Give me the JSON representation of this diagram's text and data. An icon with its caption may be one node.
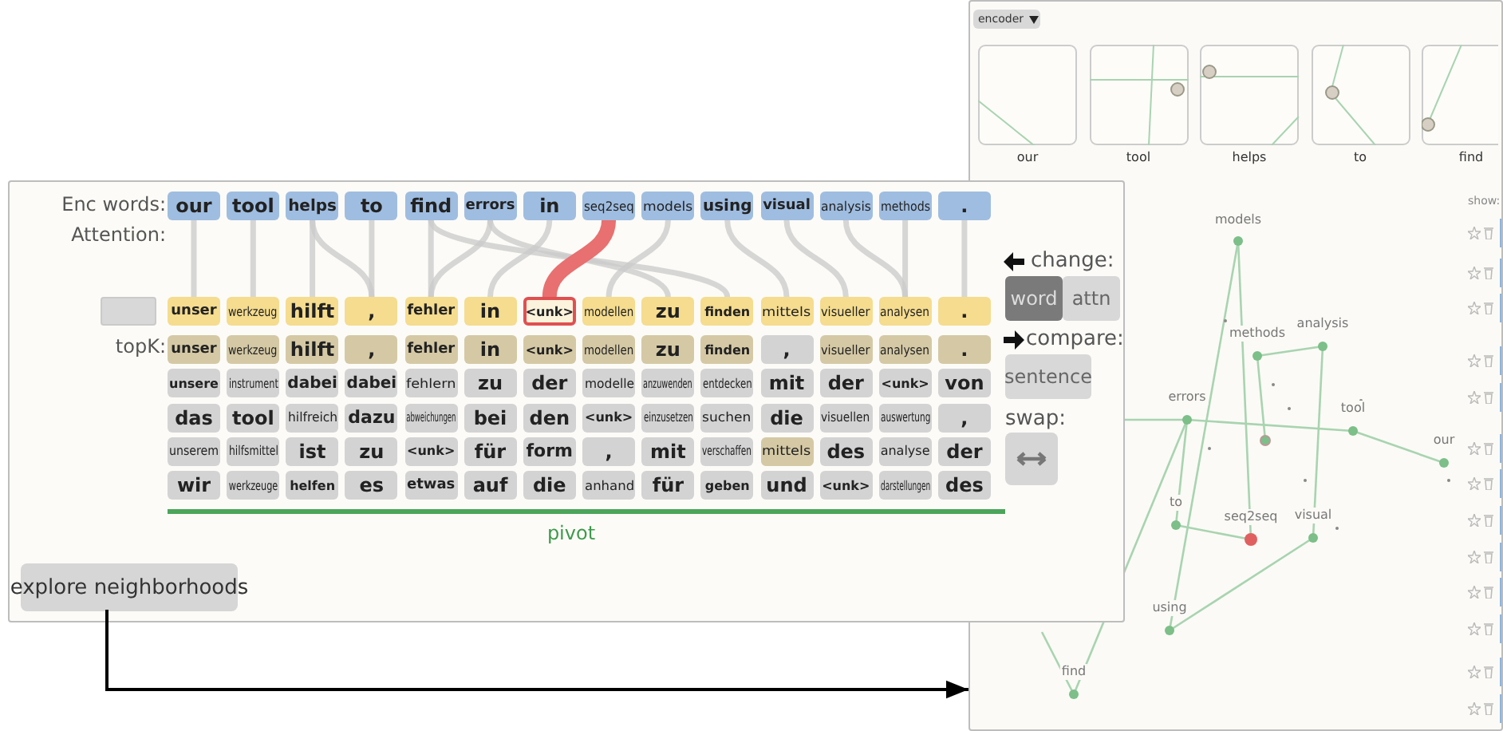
{
  "diagram": {
    "nodes": [
      {
        "text": [],
        "shape": "box"
      },
      {
        "text": [
          "our"
        ],
        "in": 0
      },
      {
        "text": [
          "tool"
        ],
        "in": 0
      },
      {
        "text": [
          "helps"
        ],
        "in": 0
      },
      {
        "text": [
          "to"
        ],
        "in": 0
      },
      {
        "text": [
          "find"
        ],
        "in": 0
      },
      {
        "text": [
          "errors"
        ],
        "in": 0
      },
      {
        "text": [
          "in"
        ],
        "in": 0
      },
      {
        "text": [
          "seq2seq"
        ],
        "in": 0
      },
      {
        "text": [
          "models"
        ],
        "in": 0
      },
      {
        "text": [
          "using"
        ],
        "in": 0
      },
      {
        "text": [
          "visual"
        ],
        "in": 0
      },
      {
        "text": [
          "analysis"
        ],
        "in": 0
      },
      {
        "text": [
          "methods"
        ],
        "in": 0
      },
      {
        "text": [
          "."
        ],
        "in": 0
      },
      {
        "text": [],
        "shape": "box",
        "in": 0
      },
      {
        "text": [
          "unser"
        ],
        "in": 0
      },
      {
        "text": [
          "werkzeug"
        ],
        "in": 0
      },
      {
        "text": [
          "hilft"
        ],
        "in": 0
      },
      {
        "text": [
          ","
        ],
        "in": 0
      },
      {
        "text": [
          "fehler"
        ],
        "in": 0
      },
      {
        "text": [
          "in"
        ],
        "in": 0
      },
      {
        "text": [
          "<unk>"
        ],
        "in": 0
      },
      {
        "text": [
          "modellen"
        ],
        "in": 0
      },
      {
        "text": [
          "zu"
        ],
        "in": 0
      },
      {
        "text": [
          "finden"
        ],
        "in": 0
      },
      {
        "text": [
          "mittels"
        ],
        "in": 0
      },
      {
        "text": [
          "visueller"
        ],
        "in": 0
      },
      {
        "text": [
          "analysen"
        ],
        "in": 0
      },
      {
        "text": [
          "."
        ],
        "in": 0
      },
      {
        "text": [
          "explore neighborhoods"
        ],
        "in": 0
      },
      {
        "text": [],
        "shape": "box"
      }
    ],
    "edges": [
      {
        "from": 1,
        "to": 16,
        "arrow": "none"
      },
      {
        "from": 2,
        "to": 17,
        "arrow": "none"
      },
      {
        "from": 3,
        "to": 18,
        "arrow": "none"
      },
      {
        "from": 3,
        "to": 19,
        "arrow": "none"
      },
      {
        "from": 4,
        "to": 19,
        "arrow": "none"
      },
      {
        "from": 5,
        "to": 20,
        "arrow": "none"
      },
      {
        "from": 6,
        "to": 20,
        "arrow": "none"
      },
      {
        "from": 5,
        "to": 25,
        "arrow": "none"
      },
      {
        "from": 6,
        "to": 24,
        "arrow": "none"
      },
      {
        "from": 7,
        "to": 21,
        "arrow": "none"
      },
      {
        "from": 8,
        "to": 22,
        "arrow": "none",
        "style": "thick",
        "color": "#e87070"
      },
      {
        "from": 9,
        "to": 23,
        "arrow": "none"
      },
      {
        "from": 10,
        "to": 26,
        "arrow": "none"
      },
      {
        "from": 11,
        "to": 27,
        "arrow": "none"
      },
      {
        "from": 12,
        "to": 28,
        "arrow": "none"
      },
      {
        "from": 13,
        "to": 28,
        "arrow": "none"
      },
      {
        "from": 14,
        "to": 29,
        "arrow": "none"
      },
      {
        "from": 30,
        "to": 31,
        "arrow": "to",
        "color": "#000000"
      }
    ],
    "labels": [
      "Enc words:",
      "Attention:",
      "topK:",
      "unser",
      "werkzeug",
      "hilft",
      ",",
      "fehler",
      "in",
      "<unk>",
      "modellen",
      "zu",
      "finden",
      ",",
      "visueller",
      "analysen",
      ".",
      "unsere",
      "instrument",
      "dabei",
      "dabei",
      "fehlern",
      "zu",
      "der",
      "modelle",
      "anzuwenden",
      "entdecken",
      "mit",
      "der",
      "<unk>",
      "von",
      "das",
      "tool",
      "hilfreich",
      "dazu",
      "abweichungen",
      "bei",
      "den",
      "<unk>",
      "einzusetzen",
      "suchen",
      "die",
      "visuellen",
      "auswertung",
      ",",
      "unserem",
      "hilfsmittel",
      "ist",
      "zu",
      "<unk>",
      "für",
      "form",
      ",",
      "mit",
      "verschaffen",
      "mittels",
      "des",
      "analyse",
      "der",
      "wir",
      "werkzeuge",
      "helfen",
      "es",
      "etwas",
      "auf",
      "die",
      "anhand",
      "für",
      "geben",
      "und",
      "<unk>",
      "darstellungen",
      "des",
      "pivot",
      "change:",
      "word",
      "attn",
      "compare:",
      "sentence",
      "swap:",
      "encoder",
      "our",
      "tool",
      "helps",
      "to",
      "find",
      "show:",
      "models",
      "methods",
      "analysis",
      "errors",
      "tool",
      "our",
      "to",
      "seq2seq",
      "visual",
      "using",
      "find"
    ]
  }
}
